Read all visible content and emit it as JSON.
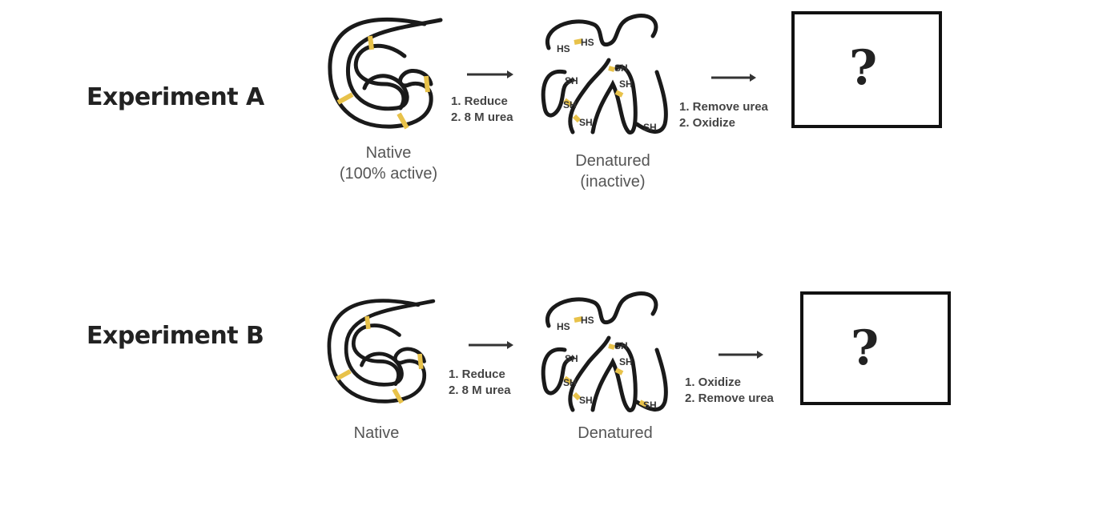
{
  "experiment_a": {
    "label": "Experiment A",
    "native_caption": "Native",
    "native_subcaption": "(100% active)",
    "step1": [
      "1. Reduce",
      "2. 8 M urea"
    ],
    "denatured_caption": "Denatured",
    "denatured_subcaption": "(inactive)",
    "step2": [
      "1. Remove urea",
      "2. Oxidize"
    ],
    "result": "?"
  },
  "experiment_b": {
    "label": "Experiment B",
    "native_caption": "Native",
    "step1": [
      "1. Reduce",
      "2. 8 M urea"
    ],
    "denatured_caption": "Denatured",
    "step2": [
      "1. Oxidize",
      "2. Remove urea"
    ],
    "result": "?"
  },
  "denatured_group_labels": [
    "HS",
    "HS",
    "SH",
    "SH",
    "SH",
    "SH",
    "SH",
    "SH"
  ],
  "colors": {
    "disulfide_bond": "#e8c24a",
    "chain": "#1a1a1a"
  }
}
